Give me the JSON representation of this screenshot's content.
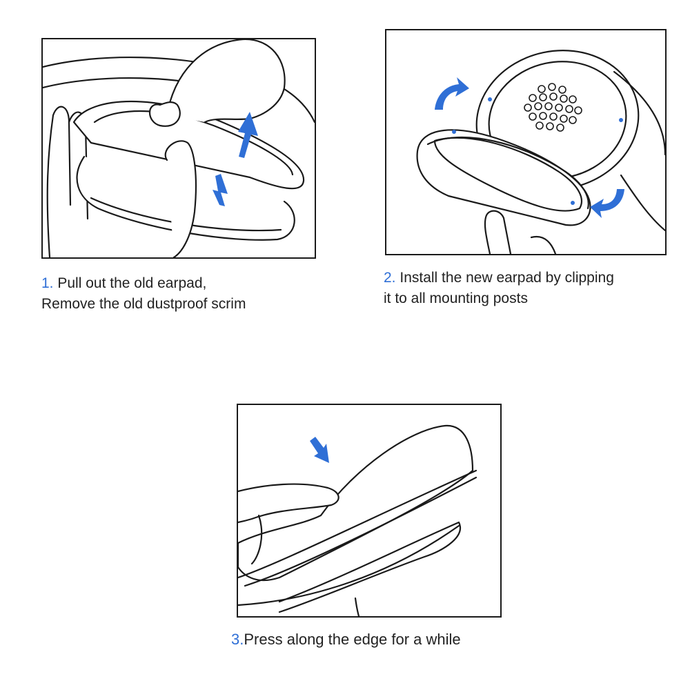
{
  "steps": [
    {
      "number": "1.",
      "line1": "Pull out the old earpad,",
      "line2": "Remove the old dustproof scrim"
    },
    {
      "number": "2.",
      "line1": "Install the new earpad by clipping",
      "line2": "it to all mounting posts"
    },
    {
      "number": "3.",
      "line1": "Press along the edge for a while"
    }
  ],
  "colors": {
    "accent": "#2f6fd6",
    "text": "#222222",
    "outline": "#1a1a1a"
  },
  "icons": [
    "up-arrow-icon",
    "down-arrow-icon",
    "rotate-arrow-icon",
    "press-arrow-icon"
  ]
}
